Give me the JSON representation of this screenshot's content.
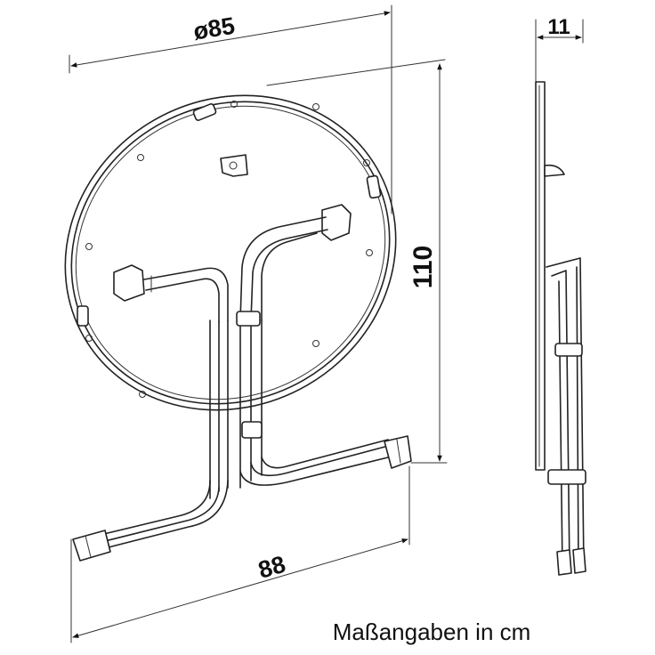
{
  "dimensions": {
    "diameter": "ø85",
    "depth": "11",
    "height": "110",
    "width": "88"
  },
  "caption": "Maßangaben in cm",
  "colors": {
    "line": "#222222",
    "background": "#ffffff"
  }
}
